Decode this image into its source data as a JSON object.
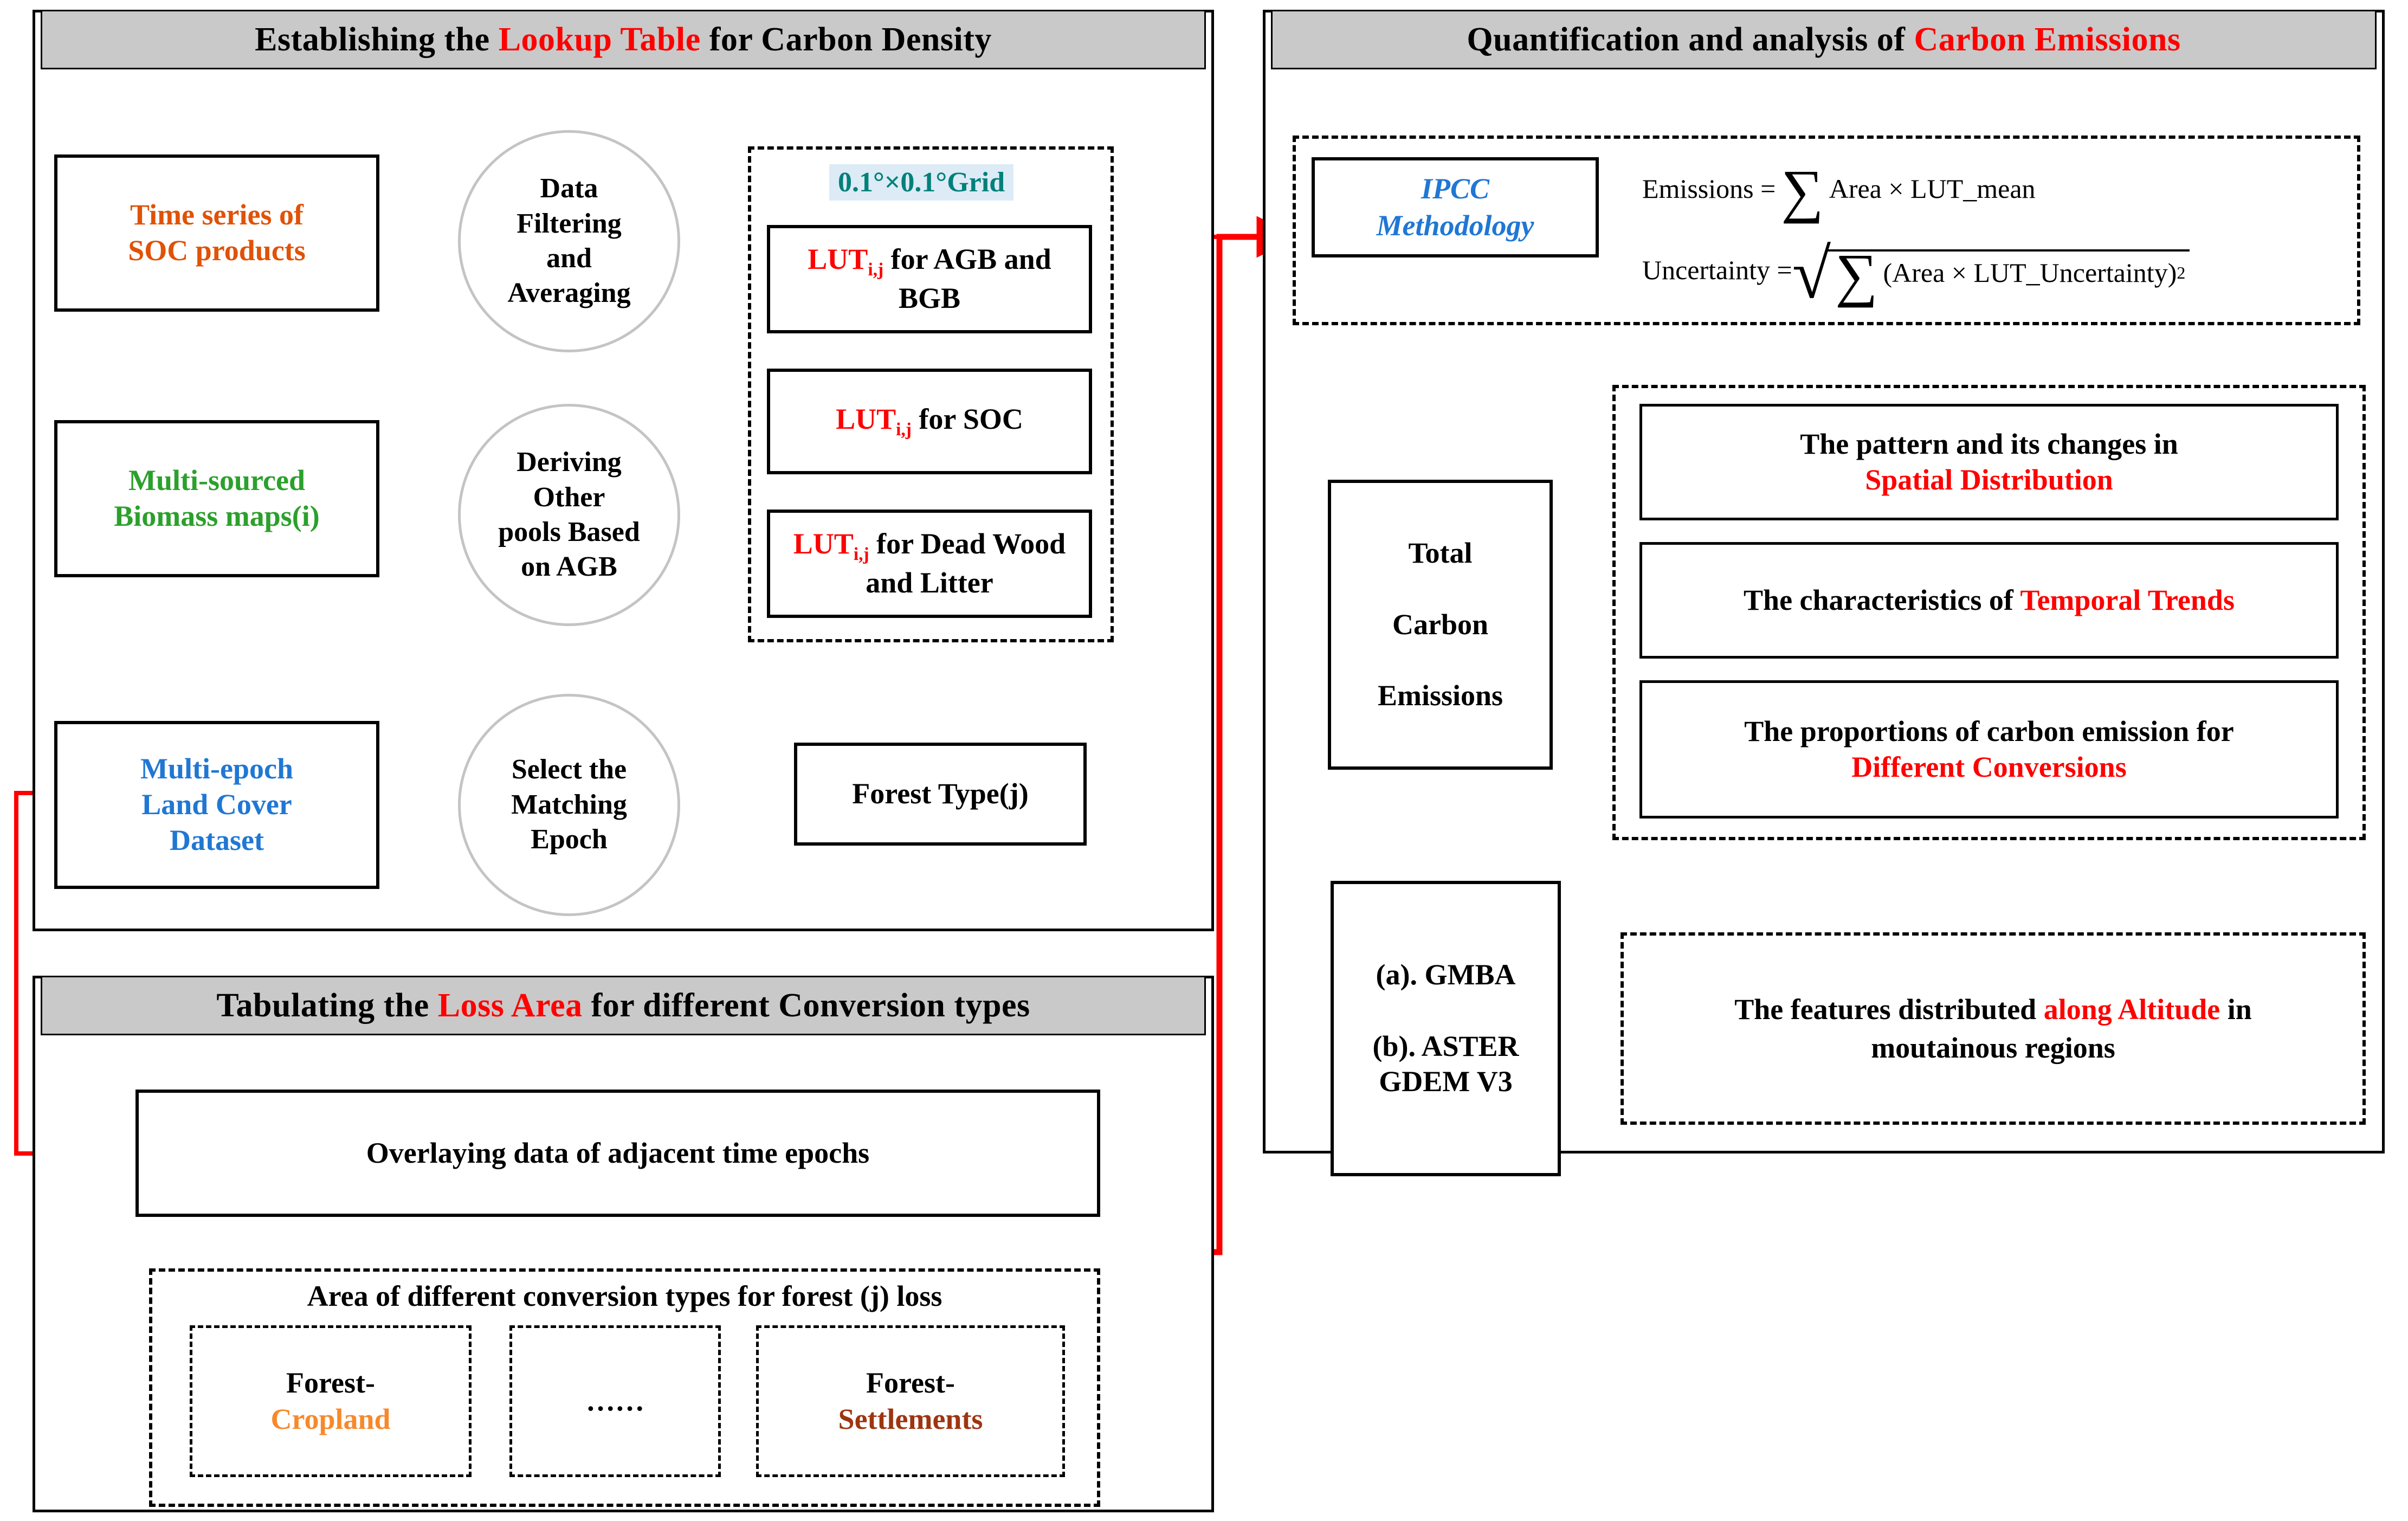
{
  "panels": {
    "lookup": {
      "title_prefix": "Establishing the ",
      "title_highlight": "Lookup Table",
      "title_suffix": " for Carbon Density"
    },
    "loss": {
      "title_prefix": "Tabulating the ",
      "title_highlight": "Loss Area",
      "title_suffix": " for different Conversion types"
    },
    "quant": {
      "title_prefix": "Quantification and analysis of ",
      "title_highlight": "Carbon Emissions",
      "title_suffix": ""
    }
  },
  "lookup": {
    "inputs": [
      {
        "line1": "Time series of",
        "line2": "SOC products",
        "color": "#e05206"
      },
      {
        "line1": "Multi-sourced",
        "line2": "Biomass maps(i)",
        "color": "#2ca02c"
      },
      {
        "line1": "Multi-epoch",
        "line2": "Land Cover",
        "line3": "Dataset",
        "color": "#2077d4"
      }
    ],
    "processes": [
      {
        "line1": "Data",
        "line2": "Filtering",
        "line3": "and",
        "line4": "Averaging"
      },
      {
        "line1": "Deriving",
        "line2": "Other",
        "line3": "pools Based",
        "line4": "on AGB"
      },
      {
        "line1": "Select the",
        "line2": "Matching",
        "line3": "Epoch"
      }
    ],
    "grid_tag": "0.1°×0.1°Grid",
    "luts": [
      {
        "prefix": "LUT",
        "sub": "i,j",
        "rest": " for AGB and BGB"
      },
      {
        "prefix": "LUT",
        "sub": "i,j",
        "rest": " for SOC"
      },
      {
        "prefix": "LUT",
        "sub": "i,j",
        "rest": " for Dead Wood and Litter"
      }
    ],
    "forest_type": "Forest Type(j)"
  },
  "loss": {
    "overlay": "Overlaying data of adjacent time epochs",
    "area_title": "Area of different conversion types for forest (j) loss",
    "conversions": [
      {
        "line1": "Forest-",
        "line2": "Cropland",
        "color": "#f7892b"
      },
      {
        "line1": "",
        "line2": "……",
        "color": "#000000"
      },
      {
        "line1": "Forest-",
        "line2": "Settlements",
        "color": "#9e3511"
      }
    ]
  },
  "quant": {
    "ipcc_line1": "IPCC",
    "ipcc_line2": "Methodology",
    "formula_emissions": {
      "lhs": "Emissions = ",
      "sum": "∑",
      "rhs": "Area × LUT_mean"
    },
    "formula_uncertainty": {
      "lhs": "Uncertainty = ",
      "sum": "∑",
      "rhs": "(Area × LUT_Uncertainty)",
      "exp": "2"
    },
    "total_box": {
      "line1": "Total",
      "line2": "Carbon",
      "line3": "Emissions"
    },
    "dem_box": {
      "line1": "(a). GMBA",
      "line2": "(b). ASTER",
      "line3": "GDEM V3"
    },
    "analyses": [
      {
        "plain1": "The pattern and its changes in",
        "red": "Spatial Distribution",
        "plain2": ""
      },
      {
        "plain1": "The characteristics of ",
        "red": "Temporal Trends",
        "plain2": "",
        "inline": true
      },
      {
        "plain1": "The proportions of carbon emission for",
        "red": "Different Conversions",
        "plain2": ""
      }
    ],
    "altitude": {
      "plain1": "The features distributed ",
      "red": "along Altitude",
      "plain2": " in",
      "line2": "moutainous regions"
    }
  },
  "colors": {
    "header_bg": "#c9c9c9",
    "accent_red": "#ff0000",
    "accent_orange": "#e05206",
    "accent_green": "#2ca02c",
    "accent_blue": "#2077d4",
    "accent_teal": "#00807a",
    "grid_bg": "#dcebf6"
  }
}
